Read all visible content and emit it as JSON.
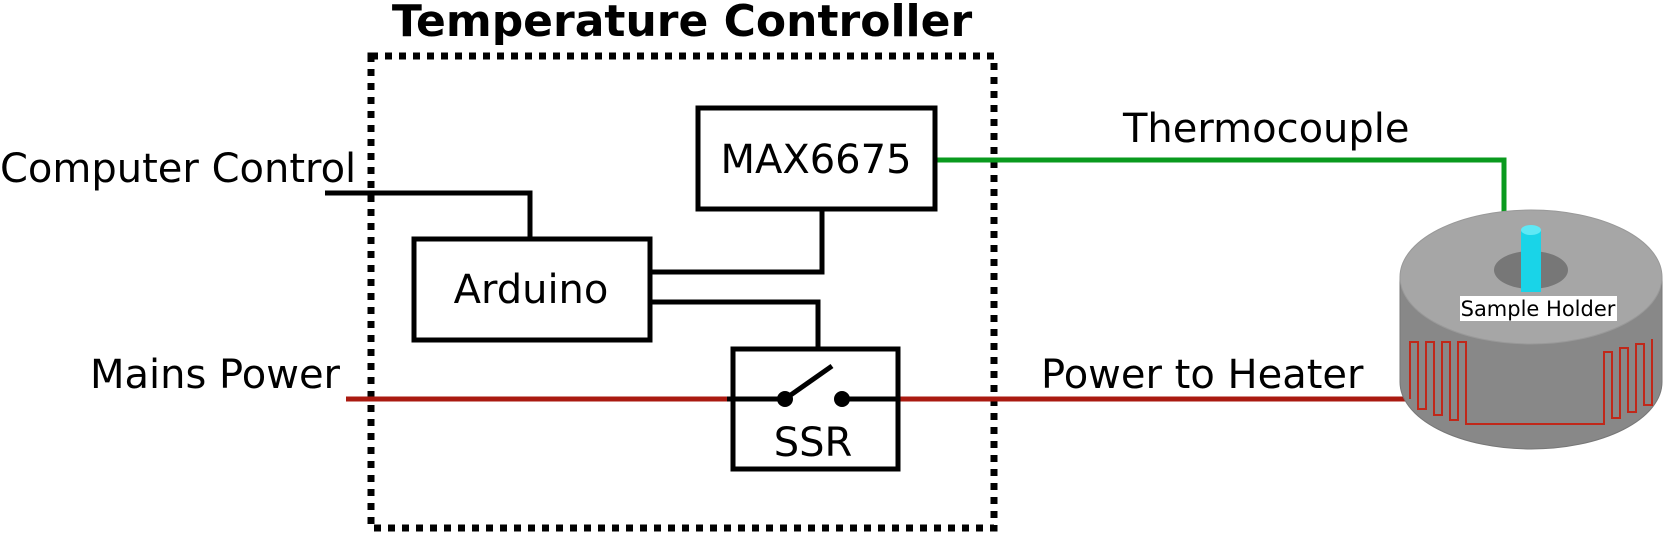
{
  "diagram": {
    "title": "Temperature Controller",
    "labels": {
      "computer_control": "Computer Control",
      "mains_power": "Mains Power",
      "thermocouple": "Thermocouple",
      "power_to_heater": "Power to Heater"
    },
    "components": {
      "max6675": "MAX6675",
      "arduino": "Arduino",
      "ssr": "SSR",
      "sample_holder": "Sample Holder"
    },
    "colors": {
      "control_wire": "#000000",
      "mains_wire": "#aa1a10",
      "thermocouple_wire": "#0a9a1e",
      "heater_body": "#888888",
      "heater_top": "#a6a6a6",
      "sample_rod": "#19d4e8"
    }
  }
}
